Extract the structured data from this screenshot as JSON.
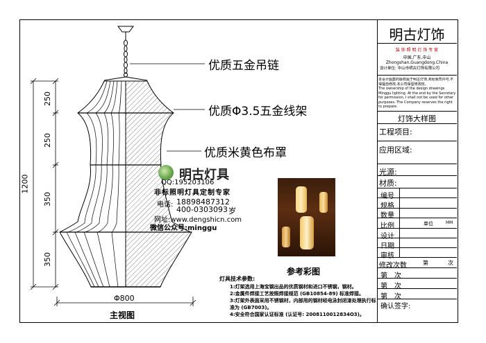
{
  "drawing": {
    "labels": {
      "chain": "优质五金吊链",
      "frame": "优质Φ3.5五金线架",
      "fabric": "优质米黄色布罩"
    },
    "dimensions": {
      "vertical_segments": [
        "250",
        "250",
        "350",
        "350"
      ],
      "total_height": "1200",
      "diameter": "Φ800"
    },
    "view_title": "主视图"
  },
  "contact": {
    "brand": "明古灯具",
    "qq": "QQ:195203106",
    "slogan": "非标照明灯具定制专家",
    "phone_label": "电话:",
    "phone1": "18898487312",
    "phone2": "400-0303093",
    "phone2_suffix": "岁",
    "website": "网址:www.dengshicn.com",
    "wechat": "微信公众号:minggu"
  },
  "reference": {
    "caption": "参考彩图"
  },
  "specs": {
    "title": "灯具技术参数:",
    "items": [
      "1:灯架选用上海宝钢出品的优质钢材和进口不锈钢，钢材。",
      "2:金属件焊接工艺按照焊接规范 (GB10854-89) 标准焊接。",
      "3:灯架外表面采用不锈钢材，内部用的钢材经电泳封闭漆处理执行标准为 (GB7003)。",
      "4:安全符合国家认证标准 (认证号: 2008110012834O3)。"
    ]
  },
  "title_block": {
    "company": "明古灯饰",
    "company_sub": "装 饰 照 明 灯 饰 专 家",
    "location": "中国,广东,中山",
    "location_en": "Zhongshan.Guangdong.China",
    "design_unit": "设计单位: 中山市明古灯饰有限公司",
    "notice_cn": "本设计图案的版权属于明古灯饰,未经我司许可,不得擅自修改,本公司保留修改权。",
    "notice_en": "The ownership of the design drawings Minggu lighting. At the end by the Secretary for permission, I shall not be used for other purposes. The Company reserves the right to prepare.",
    "drawing_type": "灯饰大样图",
    "project_label": "工程项目:",
    "area_label": "应用区域:",
    "light_source_label": "光源:",
    "material_label": "材质:",
    "number_label": "编号",
    "spec_label": "规格",
    "quantity_label": "数量",
    "scale_label": "比例",
    "unit_label": "单位",
    "unit_value": "MM",
    "design_label": "设计",
    "date_label": "日期",
    "review_label": "审核",
    "revision_count_label": "修改次数",
    "revision_label": "第",
    "revision_unit": "次",
    "confirm_label": "确认签字:"
  }
}
